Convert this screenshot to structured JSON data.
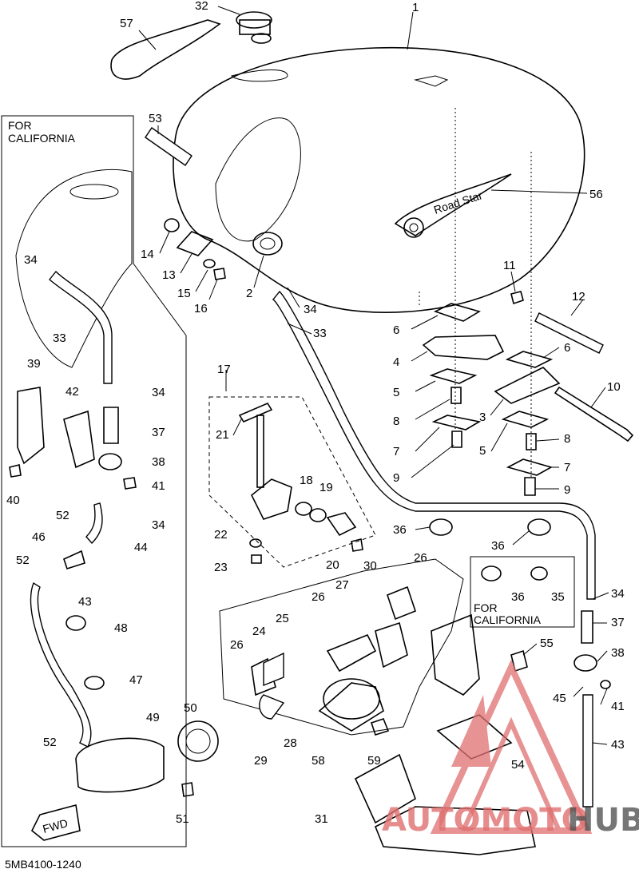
{
  "diagram": {
    "box_label_left": "FOR\nCALIFORNIA",
    "box_label_left_line1": "FOR",
    "box_label_left_line2": "CALIFORNIA",
    "box_label_right_line1": "FOR",
    "box_label_right_line2": "CALIFORNIA",
    "fwd_label": "FWD",
    "footer_code": "5MB4100-1240",
    "callouts": [
      "57",
      "32",
      "1",
      "53",
      "56",
      "14",
      "13",
      "15",
      "16",
      "2",
      "34",
      "33",
      "11",
      "12",
      "6",
      "4",
      "6",
      "5",
      "10",
      "8",
      "3",
      "7",
      "5",
      "8",
      "9",
      "7",
      "9",
      "17",
      "21",
      "18",
      "19",
      "22",
      "23",
      "20",
      "36",
      "36",
      "36",
      "35",
      "34",
      "37",
      "38",
      "41",
      "45",
      "43",
      "55",
      "30",
      "26",
      "27",
      "25",
      "24",
      "26",
      "26",
      "29",
      "28",
      "58",
      "59",
      "54",
      "31",
      "39",
      "42",
      "37",
      "38",
      "40",
      "41",
      "34",
      "52",
      "46",
      "44",
      "52",
      "43",
      "48",
      "47",
      "49",
      "50",
      "52",
      "51",
      "34",
      "33",
      "34"
    ]
  },
  "watermark": {
    "brand_part1": "AUTOMOTO",
    "brand_part2": "HUB",
    "color_accent": "#e07070",
    "color_dark": "#555555"
  }
}
